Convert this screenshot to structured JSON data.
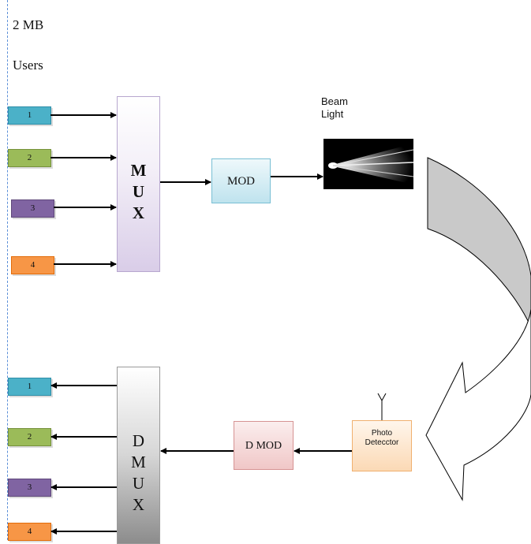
{
  "header": {
    "capacity_label": "2 MB",
    "users_label": "Users"
  },
  "inputs": [
    {
      "label": "1",
      "color": "#4bb1c8"
    },
    {
      "label": "2",
      "color": "#9bbb59"
    },
    {
      "label": "3",
      "color": "#8064a2"
    },
    {
      "label": "4",
      "color": "#f79646"
    }
  ],
  "outputs": [
    {
      "label": "1",
      "color": "#4bb1c8"
    },
    {
      "label": "2",
      "color": "#9bbb59"
    },
    {
      "label": "3",
      "color": "#8064a2"
    },
    {
      "label": "4",
      "color": "#f79646"
    }
  ],
  "mux": {
    "letters": [
      "M",
      "U",
      "X"
    ]
  },
  "dmux": {
    "letters": [
      "D",
      "M",
      "U",
      "X"
    ]
  },
  "modulator": {
    "label": "MOD"
  },
  "demodulator": {
    "label": "D MOD"
  },
  "beam": {
    "line1": "Beam",
    "line2": "Light"
  },
  "photodetector": {
    "line1": "Photo",
    "line2": "Detecctor"
  }
}
